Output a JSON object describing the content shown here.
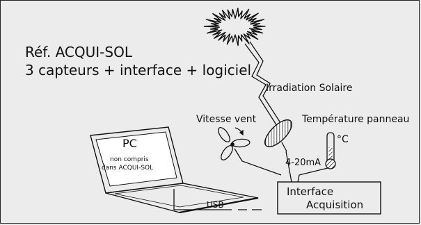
{
  "title": {
    "line1": "Réf. ACQUI-SOL",
    "line2": "3 capteurs + interface + logiciel"
  },
  "labels": {
    "irradiation": "Irradiation Solaire",
    "wind": "Vitesse vent",
    "panel_temp": "Température panneau",
    "celsius": "°C",
    "current_loop": "4-20mA",
    "usb": "USB"
  },
  "pc": {
    "title": "PC",
    "note_line1": "non compris",
    "note_line2": "dans ACQUI-SOL"
  },
  "interface_box": {
    "line1": "Interface",
    "line2": "Acquisition"
  },
  "icons": [
    "sun-icon",
    "anemometer-icon",
    "pyranometer-icon",
    "thermometer-icon",
    "laptop-icon"
  ]
}
